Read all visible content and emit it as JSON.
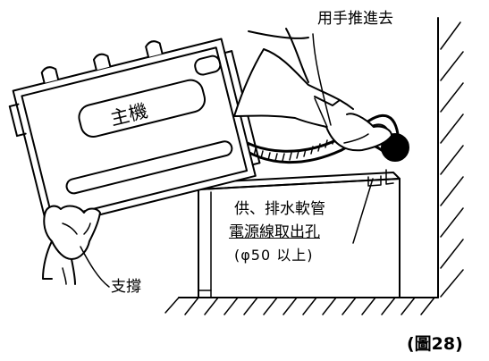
{
  "labels": {
    "push_in": "用手推進去",
    "main_unit": "主機",
    "hole_line1": "供、排水軟管",
    "hole_line2": "電源線取出孔",
    "hole_line3": "(φ50 以上)",
    "support": "支撐",
    "figure_number": "(圖28)"
  }
}
